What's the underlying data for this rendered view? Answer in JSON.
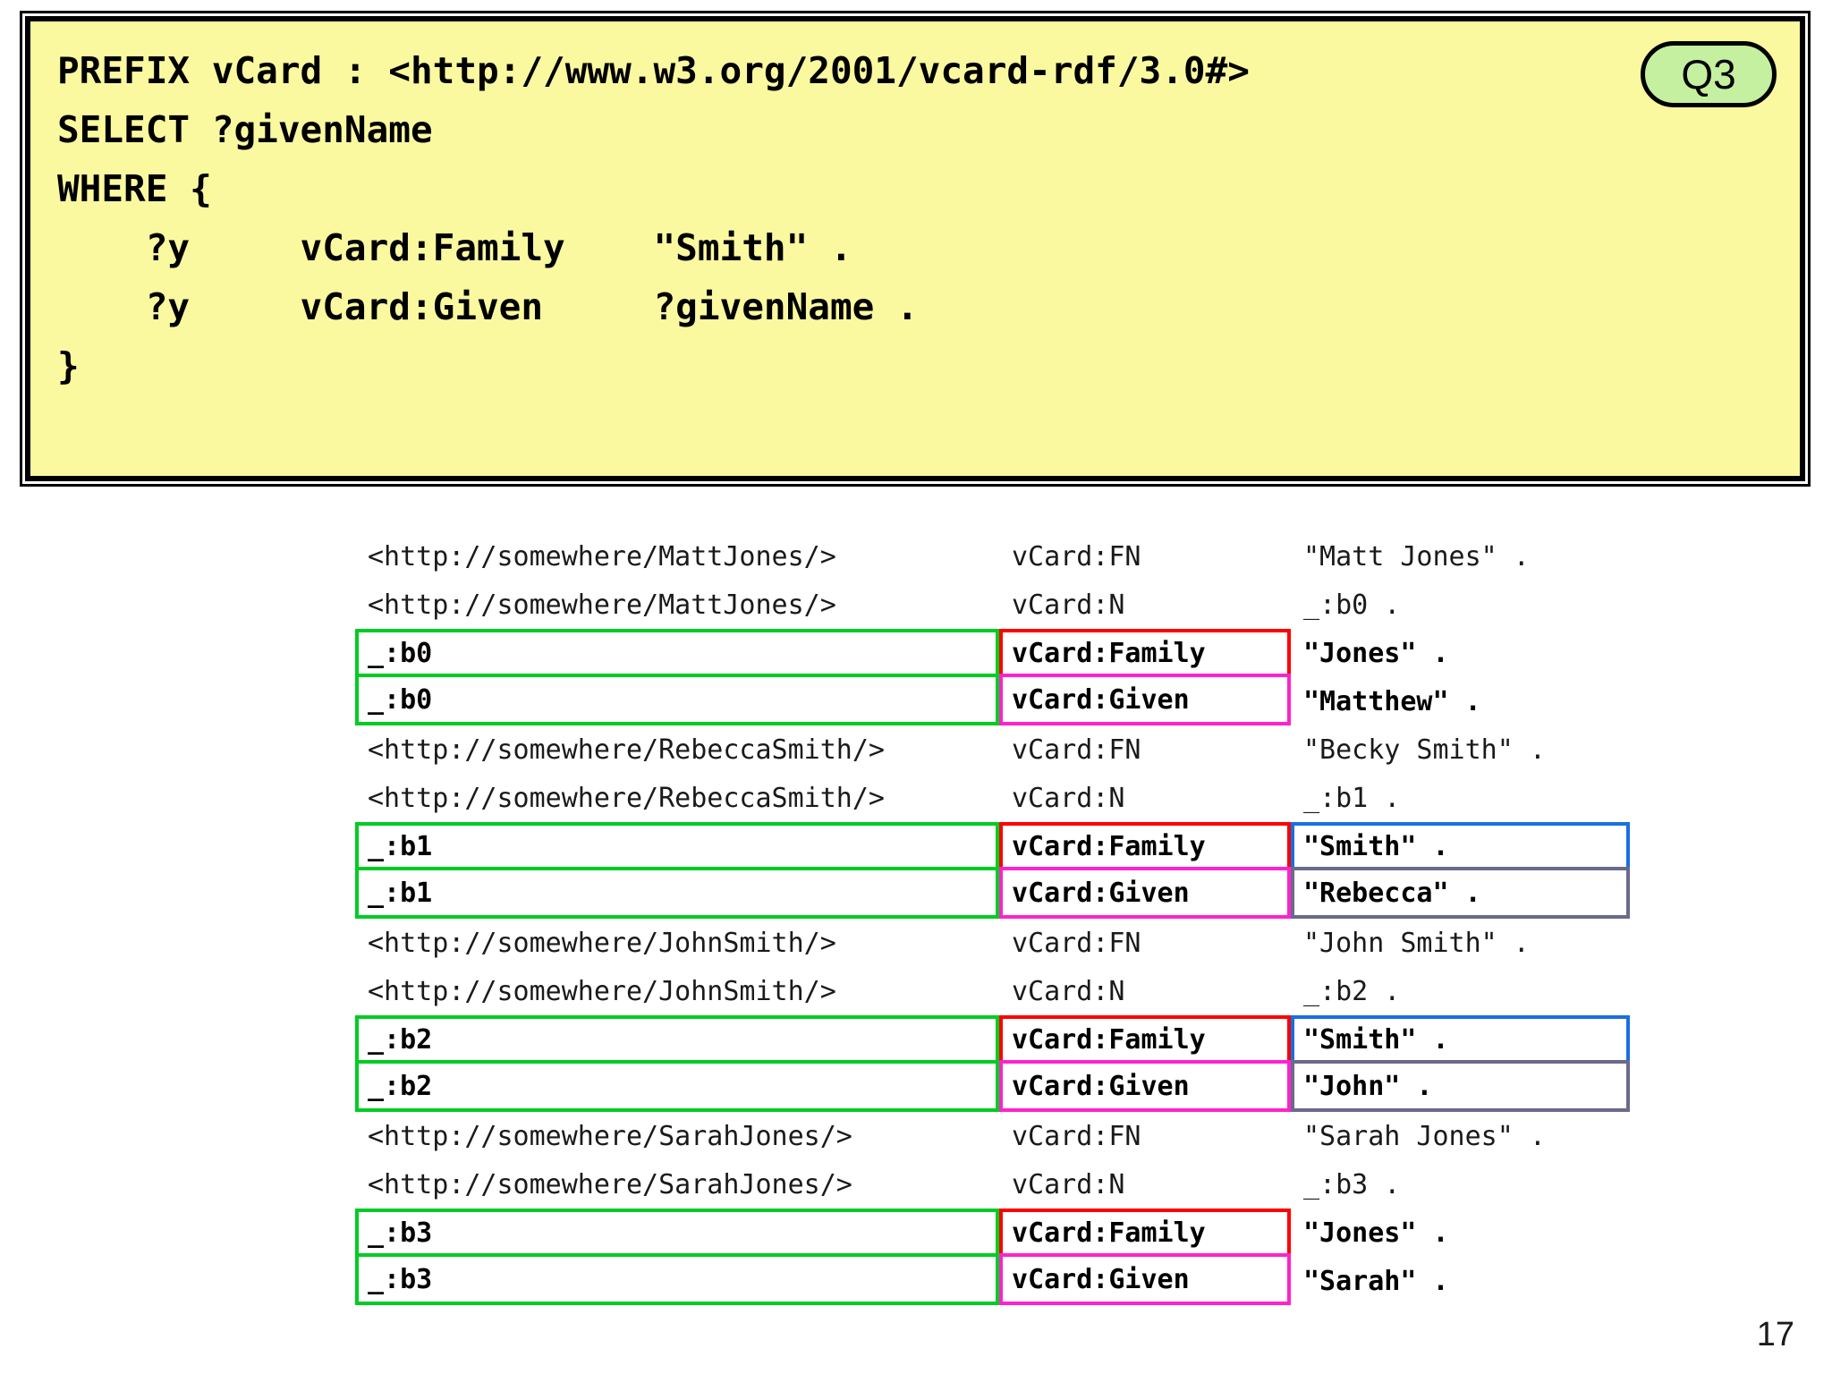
{
  "slide": {
    "page_number": "17",
    "badge": {
      "label": "Q3",
      "fill_color": "#c5f0a0",
      "border_color": "#000000"
    },
    "query_panel": {
      "background_color": "#fbf9a0",
      "border_color": "#000000",
      "lines": [
        "PREFIX vCard : <http://www.w3.org/2001/vcard-rdf/3.0#>",
        "SELECT ?givenName",
        "WHERE {",
        "    ?y     vCard:Family    \"Smith\" .",
        "    ?y     vCard:Given     ?givenName .",
        "}"
      ]
    }
  },
  "colors": {
    "subject_highlight": "#00cc22",
    "predicate_family_highlight": "#ff0000",
    "predicate_given_highlight": "#ff22cc",
    "object_family_highlight": "#1a6fe0",
    "object_given_highlight": "#6a6a8c"
  },
  "triples": [
    {
      "subject": "<http://somewhere/MattJones/>",
      "predicate": "vCard:FN",
      "object": "\"Matt Jones\" .",
      "highlight": false,
      "subject_box": "none",
      "predicate_box": "none",
      "object_box": "none"
    },
    {
      "subject": "<http://somewhere/MattJones/>",
      "predicate": "vCard:N",
      "object": "_:b0 .",
      "highlight": false,
      "subject_box": "none",
      "predicate_box": "none",
      "object_box": "none"
    },
    {
      "subject": "_:b0",
      "predicate": "vCard:Family",
      "object": "\"Jones\" .",
      "highlight": true,
      "subject_box": "green",
      "predicate_box": "red",
      "object_box": "none"
    },
    {
      "subject": "_:b0",
      "predicate": "vCard:Given",
      "object": "\"Matthew\" .",
      "highlight": true,
      "subject_box": "green",
      "predicate_box": "magenta",
      "object_box": "none"
    },
    {
      "subject": "<http://somewhere/RebeccaSmith/>",
      "predicate": "vCard:FN",
      "object": "\"Becky Smith\" .",
      "highlight": false,
      "subject_box": "none",
      "predicate_box": "none",
      "object_box": "none"
    },
    {
      "subject": "<http://somewhere/RebeccaSmith/>",
      "predicate": "vCard:N",
      "object": "_:b1 .",
      "highlight": false,
      "subject_box": "none",
      "predicate_box": "none",
      "object_box": "none"
    },
    {
      "subject": "_:b1",
      "predicate": "vCard:Family",
      "object": "\"Smith\" .",
      "highlight": true,
      "subject_box": "green",
      "predicate_box": "red",
      "object_box": "blue"
    },
    {
      "subject": "_:b1",
      "predicate": "vCard:Given",
      "object": "\"Rebecca\" .",
      "highlight": true,
      "subject_box": "green",
      "predicate_box": "magenta",
      "object_box": "gray"
    },
    {
      "subject": "<http://somewhere/JohnSmith/>",
      "predicate": "vCard:FN",
      "object": "\"John Smith\" .",
      "highlight": false,
      "subject_box": "none",
      "predicate_box": "none",
      "object_box": "none"
    },
    {
      "subject": "<http://somewhere/JohnSmith/>",
      "predicate": "vCard:N",
      "object": "_:b2 .",
      "highlight": false,
      "subject_box": "none",
      "predicate_box": "none",
      "object_box": "none"
    },
    {
      "subject": "_:b2",
      "predicate": "vCard:Family",
      "object": "\"Smith\" .",
      "highlight": true,
      "subject_box": "green",
      "predicate_box": "red",
      "object_box": "blue"
    },
    {
      "subject": "_:b2",
      "predicate": "vCard:Given",
      "object": "\"John\" .",
      "highlight": true,
      "subject_box": "green",
      "predicate_box": "magenta",
      "object_box": "gray"
    },
    {
      "subject": "<http://somewhere/SarahJones/>",
      "predicate": "vCard:FN",
      "object": "\"Sarah Jones\" .",
      "highlight": false,
      "subject_box": "none",
      "predicate_box": "none",
      "object_box": "none"
    },
    {
      "subject": "<http://somewhere/SarahJones/>",
      "predicate": "vCard:N",
      "object": "_:b3 .",
      "highlight": false,
      "subject_box": "none",
      "predicate_box": "none",
      "object_box": "none"
    },
    {
      "subject": "_:b3",
      "predicate": "vCard:Family",
      "object": "\"Jones\" .",
      "highlight": true,
      "subject_box": "green",
      "predicate_box": "red",
      "object_box": "none"
    },
    {
      "subject": "_:b3",
      "predicate": "vCard:Given",
      "object": "\"Sarah\" .",
      "highlight": true,
      "subject_box": "green",
      "predicate_box": "magenta",
      "object_box": "none"
    }
  ]
}
